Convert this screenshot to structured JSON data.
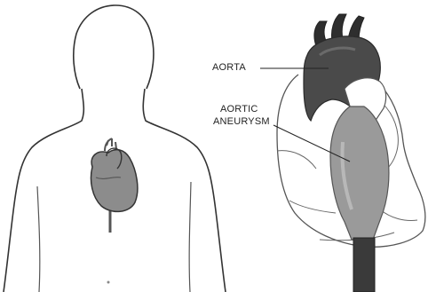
{
  "labels": {
    "aorta": "AORTA",
    "aneurysm_line1": "AORTIC",
    "aneurysm_line2": "ANEURYSM"
  },
  "colors": {
    "background": "#ffffff",
    "outline": "#333333",
    "heart_fill": "#8c8c8c",
    "aorta_fill": "#4a4a4a",
    "aneurysm_fill": "#9a9a9a",
    "descending_fill": "#3a3a3a"
  }
}
